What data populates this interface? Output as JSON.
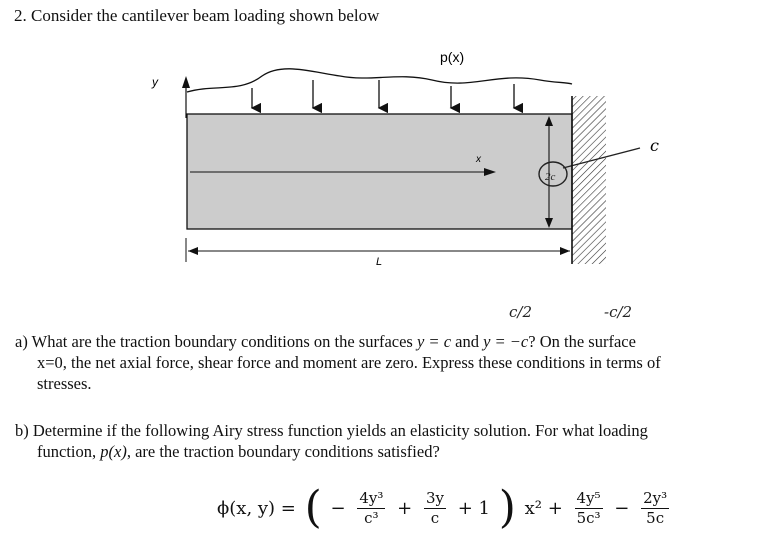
{
  "question": {
    "title": "2. Consider the cantilever beam loading shown below"
  },
  "figure": {
    "load_label": "p(x)",
    "y_axis_label": "y",
    "x_axis_label": "x",
    "length_label": "L",
    "section_label": "2c",
    "handwritten_c": "c"
  },
  "part_a": {
    "handwritten_top_1": "c/2",
    "handwritten_top_2": "-c/2",
    "line1_pre": "a) What are the traction boundary conditions on the surfaces ",
    "eq1": "y = c",
    "and_text": " and ",
    "eq2": "y = −c",
    "line1_post": "? On the surface",
    "line2": "x=0, the net axial force, shear force and moment are zero. Express these conditions in terms of",
    "line3": "stresses."
  },
  "part_b": {
    "line1": "b) Determine if the following Airy stress function yields an elasticity solution. For what loading",
    "line2_pre": "function, ",
    "line2_var": "p(x)",
    "line2_post": ", are the traction boundary conditions satisfied?"
  },
  "formula": {
    "lhs": "ϕ(x, y) =",
    "term1_sign": "−",
    "term1_num": "4y³",
    "term1_den": "c³",
    "plus1": "+",
    "term2_num": "3y",
    "term2_den": "c",
    "plus_one": "+ 1",
    "x_sq": "x² +",
    "term3_num": "4y⁵",
    "term3_den": "5c³",
    "minus": "−",
    "term4_num": "2y³",
    "term4_den": "5c"
  }
}
